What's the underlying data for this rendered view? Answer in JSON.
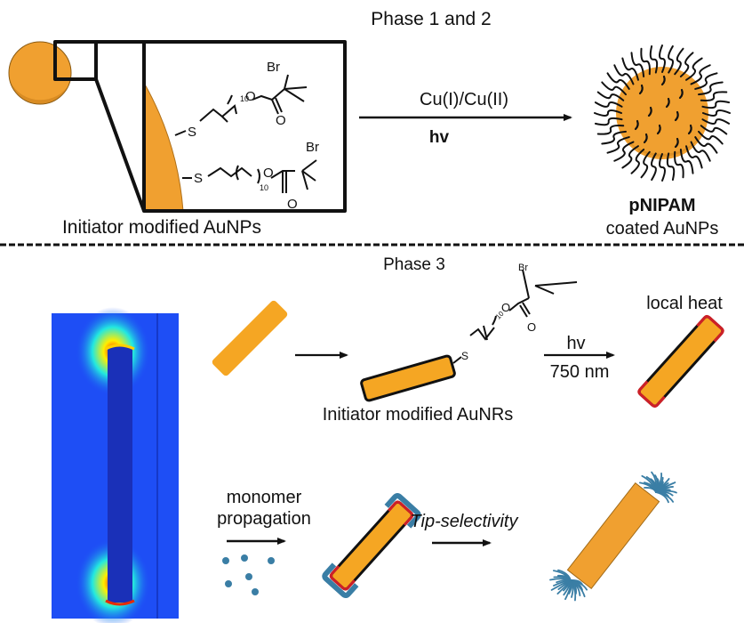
{
  "colors": {
    "gold": "#f0a030",
    "gold_dark": "#c97f1a",
    "heat_red": "#cc2027",
    "polymer_blue": "#3a7ea5",
    "field_blue": "#1e4ef5",
    "ink": "#111111"
  },
  "phase12": {
    "title": "Phase 1 and 2",
    "reagent_top": "Cu(I)/Cu(II)",
    "reagent_bottom": "hv",
    "left_caption": "Initiator modified AuNPs",
    "right_caption_line1": "pNIPAM",
    "right_caption_line2": "coated AuNPs",
    "chem": {
      "br": "Br",
      "s": "S",
      "o": "O",
      "sub": "10"
    }
  },
  "phase3": {
    "title": "Phase 3",
    "nanorod_caption": "Initiator modified AuNRs",
    "light_top": "hv",
    "light_bottom": "750 nm",
    "heat_label": "local heat",
    "monomer_line1": "monomer",
    "monomer_line2": "propagation",
    "tip_label": "Tip-selectivity",
    "chem": {
      "br": "Br",
      "s": "S",
      "o": "O",
      "sub": "10"
    }
  }
}
